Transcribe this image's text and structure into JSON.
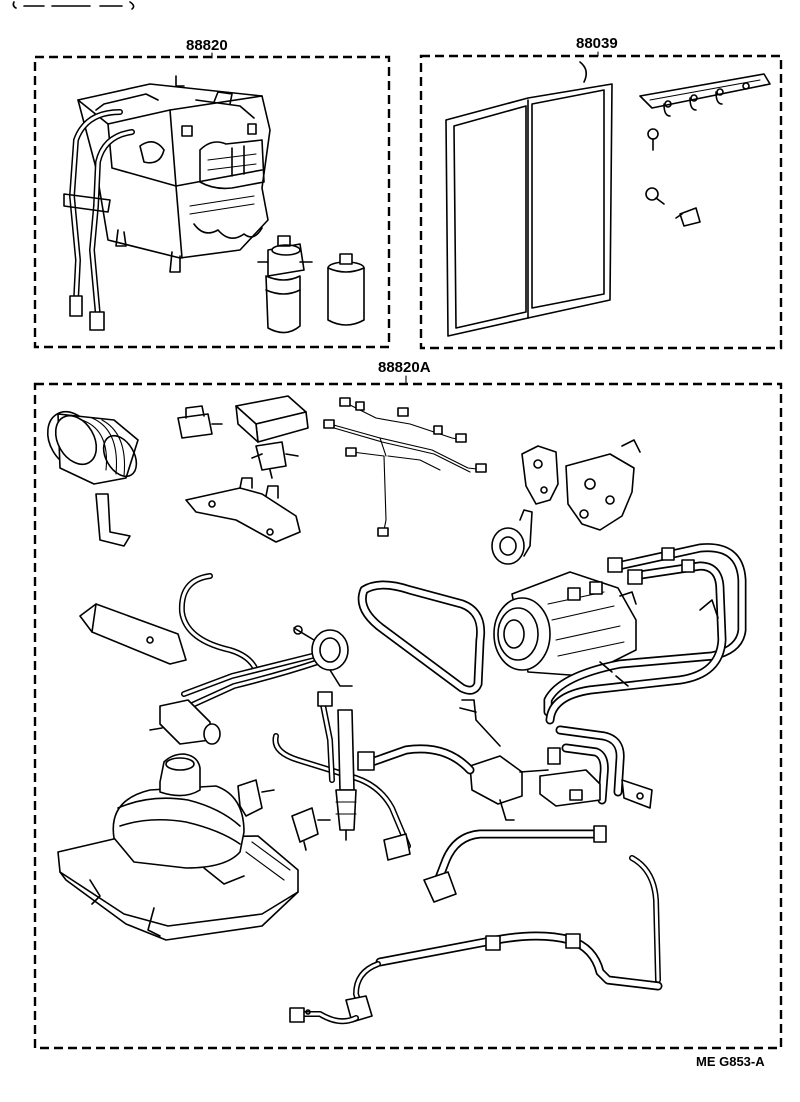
{
  "groups": [
    {
      "part_number": "88820"
    },
    {
      "part_number": "88039"
    },
    {
      "part_number": "88820A"
    }
  ],
  "reference_code": "ME G853-A"
}
